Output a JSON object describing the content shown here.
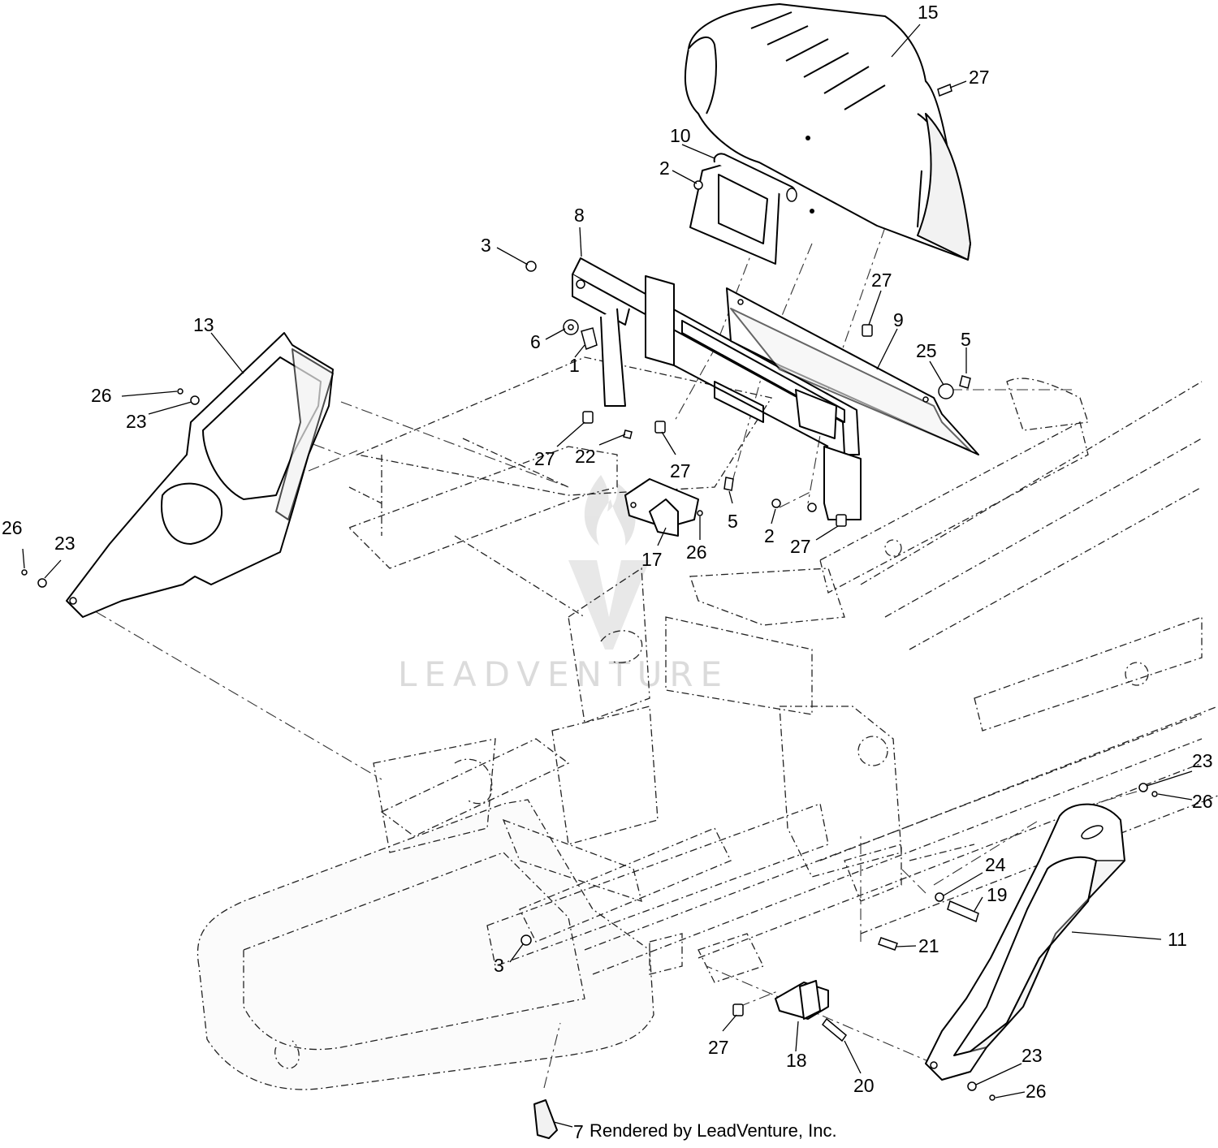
{
  "diagram": {
    "credit": "Rendered by LeadVenture, Inc.",
    "watermark": "LEADVENTURE",
    "callouts": [
      {
        "id": "c15",
        "text": "15"
      },
      {
        "id": "c27a",
        "text": "27"
      },
      {
        "id": "c10",
        "text": "10"
      },
      {
        "id": "c2a",
        "text": "2"
      },
      {
        "id": "c8",
        "text": "8"
      },
      {
        "id": "c3a",
        "text": "3"
      },
      {
        "id": "c27b",
        "text": "27"
      },
      {
        "id": "c9",
        "text": "9"
      },
      {
        "id": "c25",
        "text": "25"
      },
      {
        "id": "c5a",
        "text": "5"
      },
      {
        "id": "c6",
        "text": "6"
      },
      {
        "id": "c1",
        "text": "1"
      },
      {
        "id": "c13",
        "text": "13"
      },
      {
        "id": "c26a",
        "text": "26"
      },
      {
        "id": "c23a",
        "text": "23"
      },
      {
        "id": "c27c",
        "text": "27"
      },
      {
        "id": "c22",
        "text": "22"
      },
      {
        "id": "c27d",
        "text": "27"
      },
      {
        "id": "c5b",
        "text": "5"
      },
      {
        "id": "c2b",
        "text": "2"
      },
      {
        "id": "c27e",
        "text": "27"
      },
      {
        "id": "c17",
        "text": "17"
      },
      {
        "id": "c26b",
        "text": "26"
      },
      {
        "id": "c26c",
        "text": "26"
      },
      {
        "id": "c23b",
        "text": "23"
      },
      {
        "id": "c23c",
        "text": "23"
      },
      {
        "id": "c26d",
        "text": "26"
      },
      {
        "id": "c24",
        "text": "24"
      },
      {
        "id": "c19",
        "text": "19"
      },
      {
        "id": "c21",
        "text": "21"
      },
      {
        "id": "c11",
        "text": "11"
      },
      {
        "id": "c3b",
        "text": "3"
      },
      {
        "id": "c27f",
        "text": "27"
      },
      {
        "id": "c18",
        "text": "18"
      },
      {
        "id": "c20",
        "text": "20"
      },
      {
        "id": "c23d",
        "text": "23"
      },
      {
        "id": "c26e",
        "text": "26"
      },
      {
        "id": "c7",
        "text": "7"
      }
    ]
  }
}
